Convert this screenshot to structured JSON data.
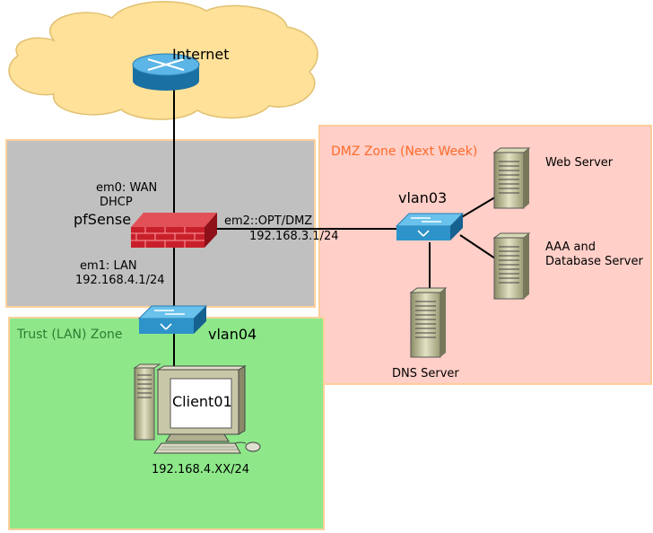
{
  "internet": {
    "label": "Internet"
  },
  "pfsense": {
    "name": "pfSense",
    "wan_line1": "em0: WAN",
    "wan_line2": "DHCP",
    "lan_line1": "em1: LAN",
    "lan_line2": "192.168.4.1/24",
    "dmz_line1": "em2::OPT/DMZ",
    "dmz_line2": "192.168.3.1/24"
  },
  "dmz": {
    "zone_label": "DMZ Zone (Next Week)",
    "zone_color": "#ff6a2a",
    "switch_label": "vlan03",
    "web_server": "Web Server",
    "aaa_line1": "AAA and",
    "aaa_line2": "Database Server",
    "dns_server": "DNS Server"
  },
  "lan": {
    "zone_label": "Trust (LAN) Zone",
    "zone_color": "#2e7d32",
    "switch_label": "vlan04",
    "client_name": "Client01",
    "client_ip": "192.168.4.XX/24"
  },
  "colors": {
    "cloud": "#ffe199",
    "firewall": "#c8202a",
    "switch": "#2e93c9",
    "server": "#c8c8a0"
  }
}
